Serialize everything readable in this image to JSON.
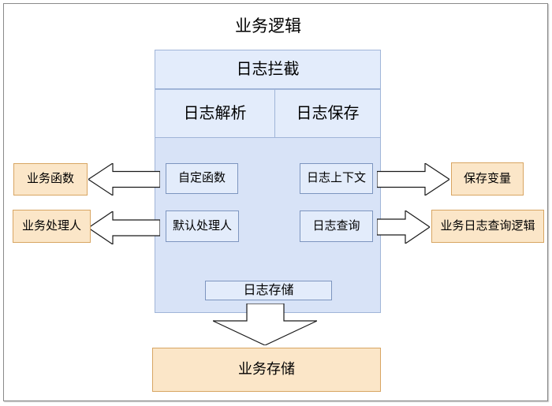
{
  "diagram": {
    "title": "业务逻辑",
    "container": {
      "header": "日志拦截",
      "subheaders": {
        "left": "日志解析",
        "right": "日志保存"
      },
      "nodes": {
        "custom_function": "自定函数",
        "log_context": "日志上下文",
        "default_handler": "默认处理人",
        "log_query": "日志查询",
        "log_storage": "日志存储"
      }
    },
    "external": {
      "business_function": "业务函数",
      "business_handler": "业务处理人",
      "save_variable": "保存变量",
      "business_log_query_logic": "业务日志查询逻辑",
      "business_storage": "业务存储"
    },
    "arrows": [
      "arrow-to-business-function",
      "arrow-to-business-handler",
      "arrow-to-save-variable",
      "arrow-to-business-log-query-logic",
      "arrow-to-business-storage"
    ],
    "colors": {
      "blue_fill": "#d8e3f7",
      "blue_light_fill": "#e3ecfb",
      "blue_stroke": "#7d95bf",
      "blue_stroke_light": "#a0b5d8",
      "orange_fill": "#fbe6c8",
      "orange_stroke": "#d8a562",
      "frame_stroke": "#8a8a8a",
      "arrow_fill": "#ffffff",
      "arrow_stroke": "#1a1a1a"
    }
  }
}
